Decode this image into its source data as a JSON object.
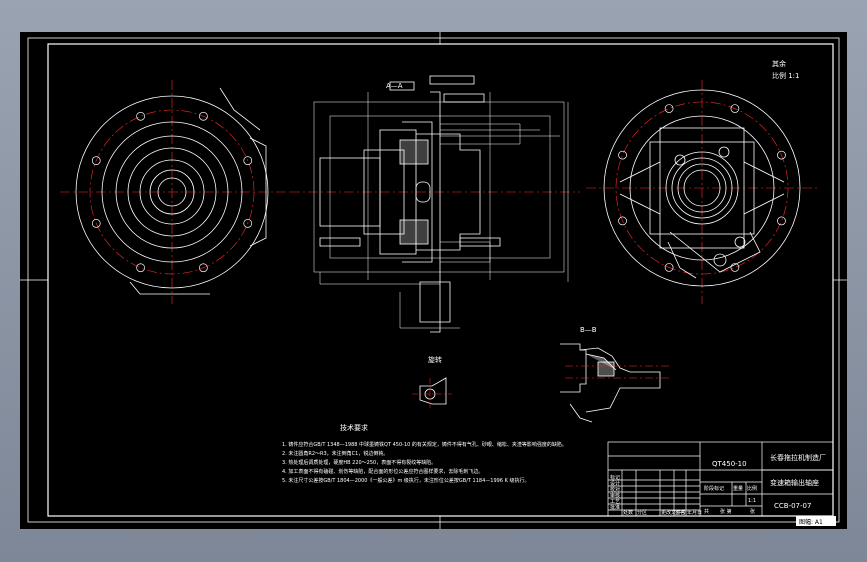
{
  "colors": {
    "background": "#000000",
    "frame": "#ffffff",
    "outline": "#ffffff",
    "centerline": "#ff2a2a",
    "dimension": "#a0f0a0",
    "section": "#ffffff"
  },
  "drawing": {
    "section_view_label": "A—A",
    "detail_view_label": "B—B",
    "rotated_view_label": "旋转",
    "notes_title": "技术要求",
    "notes": [
      "1. 铸件应符合GB/T 1348—1988 中球墨铸铁QT 450-10 的有关规定，铸件不得有气孔、砂眼、缩松、夹渣等影响强度的缺陷。",
      "2. 未注圆角R2～R3，未注倒角C1，锐边倒钝。",
      "3. 热处理后调质处理，硬度HB 220～250，表面不得有裂纹等缺陷。",
      "4. 加工表面不得有磕碰、划伤等缺陷，配合面的形位公差应符合图样要求，去除毛刺飞边。",
      "5. 未注尺寸公差按GB/T 1804—2000《一般公差》m 级执行，未注形位公差按GB/T 1184—1996 K 级执行。"
    ],
    "roughness_note": "其余",
    "scale_note": "比例 1:1"
  },
  "title_block": {
    "material": "QT450-10",
    "company": "长春拖拉机制造厂",
    "part_name": "变速箱输出轴座",
    "drawing_number": "CCB-07-07",
    "rows_left": [
      "标记",
      "设计",
      "校对",
      "审核",
      "工艺",
      "批准"
    ],
    "cols_header": [
      "处数",
      "分区",
      "更改文件号",
      "签名",
      "年月日"
    ],
    "stage_label": "阶段标记",
    "weight_label": "重量",
    "scale_label": "比例",
    "scale_value": "1:1",
    "sheet_total": "共",
    "sheet_num": "张 第",
    "sheet_end": "张",
    "format_tag": "图幅: A1"
  }
}
